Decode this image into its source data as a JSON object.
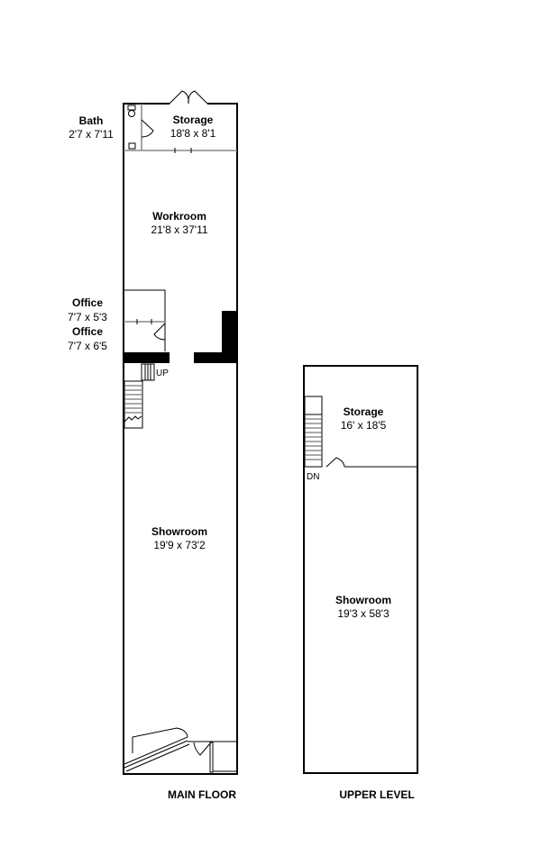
{
  "main_floor": {
    "caption": "MAIN FLOOR",
    "rooms": [
      {
        "name": "Bath",
        "dims": "2'7 x 7'11"
      },
      {
        "name": "Storage",
        "dims": "18'8 x 8'1"
      },
      {
        "name": "Workroom",
        "dims": "21'8 x 37'11"
      },
      {
        "name": "Office",
        "dims": "7'7 x 5'3"
      },
      {
        "name": "Office",
        "dims": "7'7 x 6'5"
      },
      {
        "name": "Showroom",
        "dims": "19'9 x 73'2"
      }
    ],
    "stair_label": "UP"
  },
  "upper_level": {
    "caption": "UPPER LEVEL",
    "rooms": [
      {
        "name": "Storage",
        "dims": "16' x 18'5"
      },
      {
        "name": "Showroom",
        "dims": "19'3 x 58'3"
      }
    ],
    "stair_label": "DN"
  }
}
